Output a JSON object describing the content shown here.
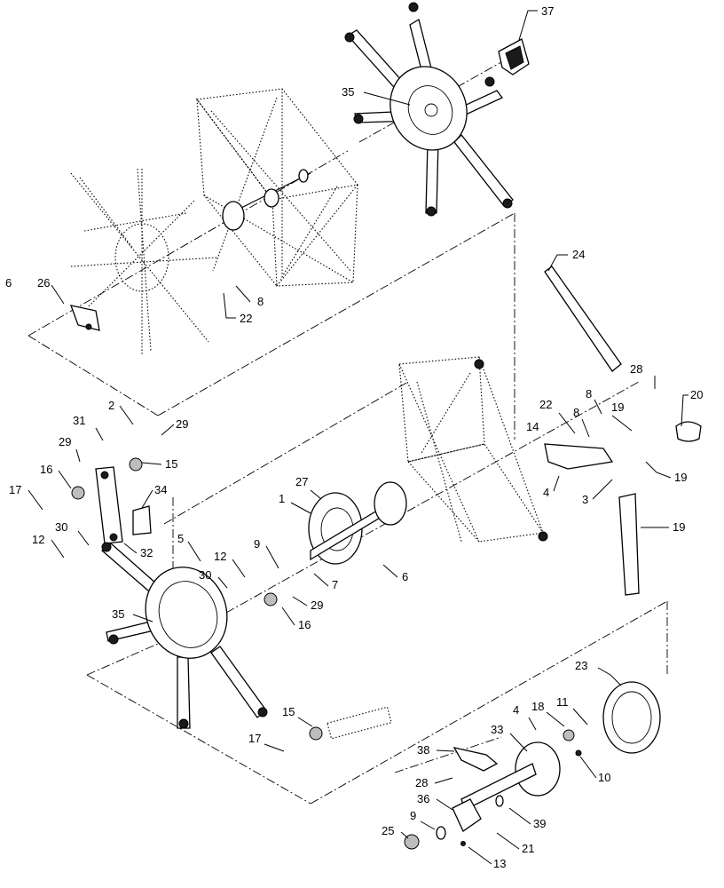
{
  "callouts": [
    {
      "id": "c37a",
      "text": "37"
    },
    {
      "id": "c35a",
      "text": "35"
    },
    {
      "id": "c24",
      "text": "24"
    },
    {
      "id": "c6a",
      "text": "6"
    },
    {
      "id": "c26",
      "text": "26"
    },
    {
      "id": "c8a",
      "text": "8"
    },
    {
      "id": "c22a",
      "text": "22"
    },
    {
      "id": "c28a",
      "text": "28"
    },
    {
      "id": "c8b",
      "text": "8"
    },
    {
      "id": "c20",
      "text": "20"
    },
    {
      "id": "c22b",
      "text": "22"
    },
    {
      "id": "c8c",
      "text": "8"
    },
    {
      "id": "c19a",
      "text": "19"
    },
    {
      "id": "c14",
      "text": "14"
    },
    {
      "id": "c19b",
      "text": "19"
    },
    {
      "id": "c4a",
      "text": "4"
    },
    {
      "id": "c3",
      "text": "3"
    },
    {
      "id": "c19c",
      "text": "19"
    },
    {
      "id": "c2",
      "text": "2"
    },
    {
      "id": "c31",
      "text": "31"
    },
    {
      "id": "c29a",
      "text": "29"
    },
    {
      "id": "c29b",
      "text": "29"
    },
    {
      "id": "c16a",
      "text": "16"
    },
    {
      "id": "c15a",
      "text": "15"
    },
    {
      "id": "c17a",
      "text": "17"
    },
    {
      "id": "c34",
      "text": "34"
    },
    {
      "id": "c30a",
      "text": "30"
    },
    {
      "id": "c12a",
      "text": "12"
    },
    {
      "id": "c32",
      "text": "32"
    },
    {
      "id": "c1",
      "text": "1"
    },
    {
      "id": "c27",
      "text": "27"
    },
    {
      "id": "c5",
      "text": "5"
    },
    {
      "id": "c9a",
      "text": "9"
    },
    {
      "id": "c12b",
      "text": "12"
    },
    {
      "id": "c30b",
      "text": "30"
    },
    {
      "id": "c7",
      "text": "7"
    },
    {
      "id": "c6b",
      "text": "6"
    },
    {
      "id": "c29c",
      "text": "29"
    },
    {
      "id": "c35b",
      "text": "35"
    },
    {
      "id": "c16b",
      "text": "16"
    },
    {
      "id": "c23",
      "text": "23"
    },
    {
      "id": "c15b",
      "text": "15"
    },
    {
      "id": "c17b",
      "text": "17"
    },
    {
      "id": "c4b",
      "text": "4"
    },
    {
      "id": "c18",
      "text": "18"
    },
    {
      "id": "c11",
      "text": "11"
    },
    {
      "id": "c38",
      "text": "38"
    },
    {
      "id": "c33",
      "text": "33"
    },
    {
      "id": "c10",
      "text": "10"
    },
    {
      "id": "c28b",
      "text": "28"
    },
    {
      "id": "c36",
      "text": "36"
    },
    {
      "id": "c39",
      "text": "39"
    },
    {
      "id": "c9b",
      "text": "9"
    },
    {
      "id": "c25",
      "text": "25"
    },
    {
      "id": "c21",
      "text": "21"
    },
    {
      "id": "c13",
      "text": "13"
    }
  ]
}
